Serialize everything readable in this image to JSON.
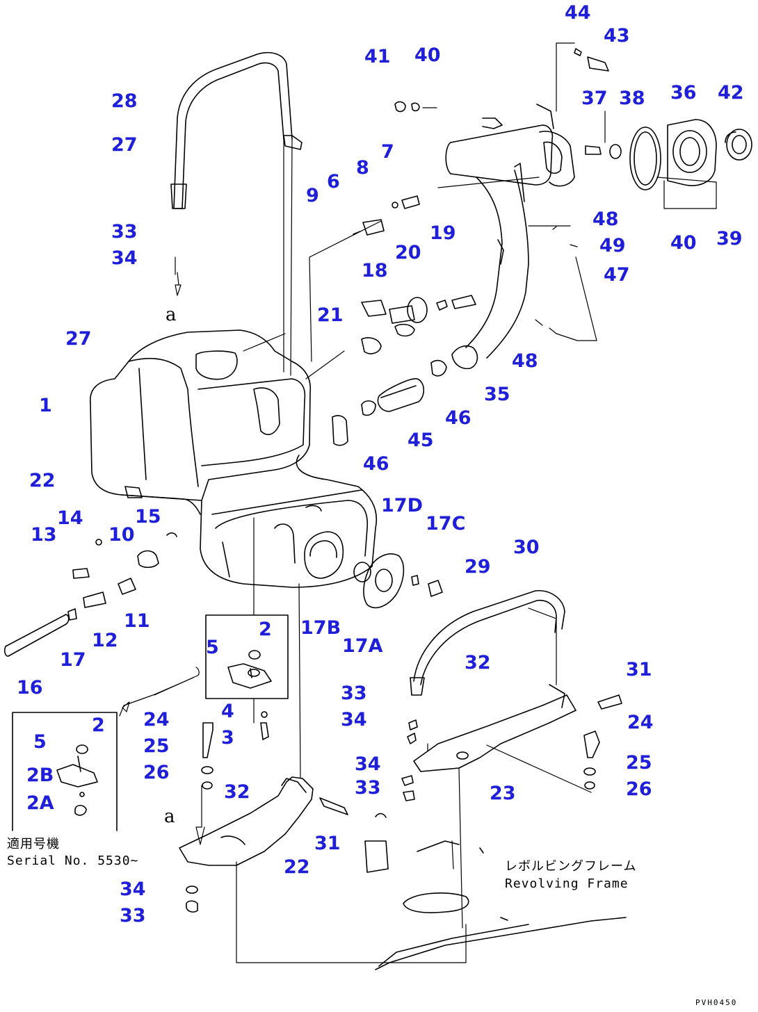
{
  "labels": {
    "n44": "44",
    "n43": "43",
    "n41": "41",
    "n40a": "40",
    "n28": "28",
    "n27a": "27",
    "n37": "37",
    "n38": "38",
    "n36": "36",
    "n42": "42",
    "n7": "7",
    "n8": "8",
    "n6": "6",
    "n9": "9",
    "n48a": "48",
    "n40b": "40",
    "n39": "39",
    "n49": "49",
    "n33a": "33",
    "n34a": "34",
    "n19": "19",
    "n20": "20",
    "n18": "18",
    "n47": "47",
    "n21": "21",
    "n27b": "27",
    "n48b": "48",
    "n35": "35",
    "n1": "1",
    "n46a": "46",
    "n45": "45",
    "n46b": "46",
    "n22a": "22",
    "n17D": "17D",
    "n14": "14",
    "n15": "15",
    "n13": "13",
    "n10": "10",
    "n17C": "17C",
    "n29": "29",
    "n30": "30",
    "n11": "11",
    "n12": "12",
    "n2a": "2",
    "n17B": "17B",
    "n5a": "5",
    "n17A": "17A",
    "n17": "17",
    "n16": "16",
    "n32a": "32",
    "n31a": "31",
    "n33b": "33",
    "n2b": "2",
    "n4": "4",
    "n24a": "24",
    "n34b": "34",
    "n24b": "24",
    "n5b": "5",
    "n3": "3",
    "n25a": "25",
    "n2B": "2B",
    "n26a": "26",
    "n32b": "32",
    "n34c": "34",
    "n25b": "25",
    "n33c": "33",
    "n23": "23",
    "n26b": "26",
    "n2A": "2A",
    "n31b": "31",
    "n22b": "22",
    "n34d": "34",
    "n33d": "33"
  },
  "view_marks": {
    "top": "a",
    "bottom": "a"
  },
  "notes": {
    "serial_jp": "適用号機",
    "serial_en": "Serial No. 5530~",
    "frame_jp": "レボルビングフレーム",
    "frame_en": "Revolving Frame"
  },
  "drawing_code": "PVH0450"
}
